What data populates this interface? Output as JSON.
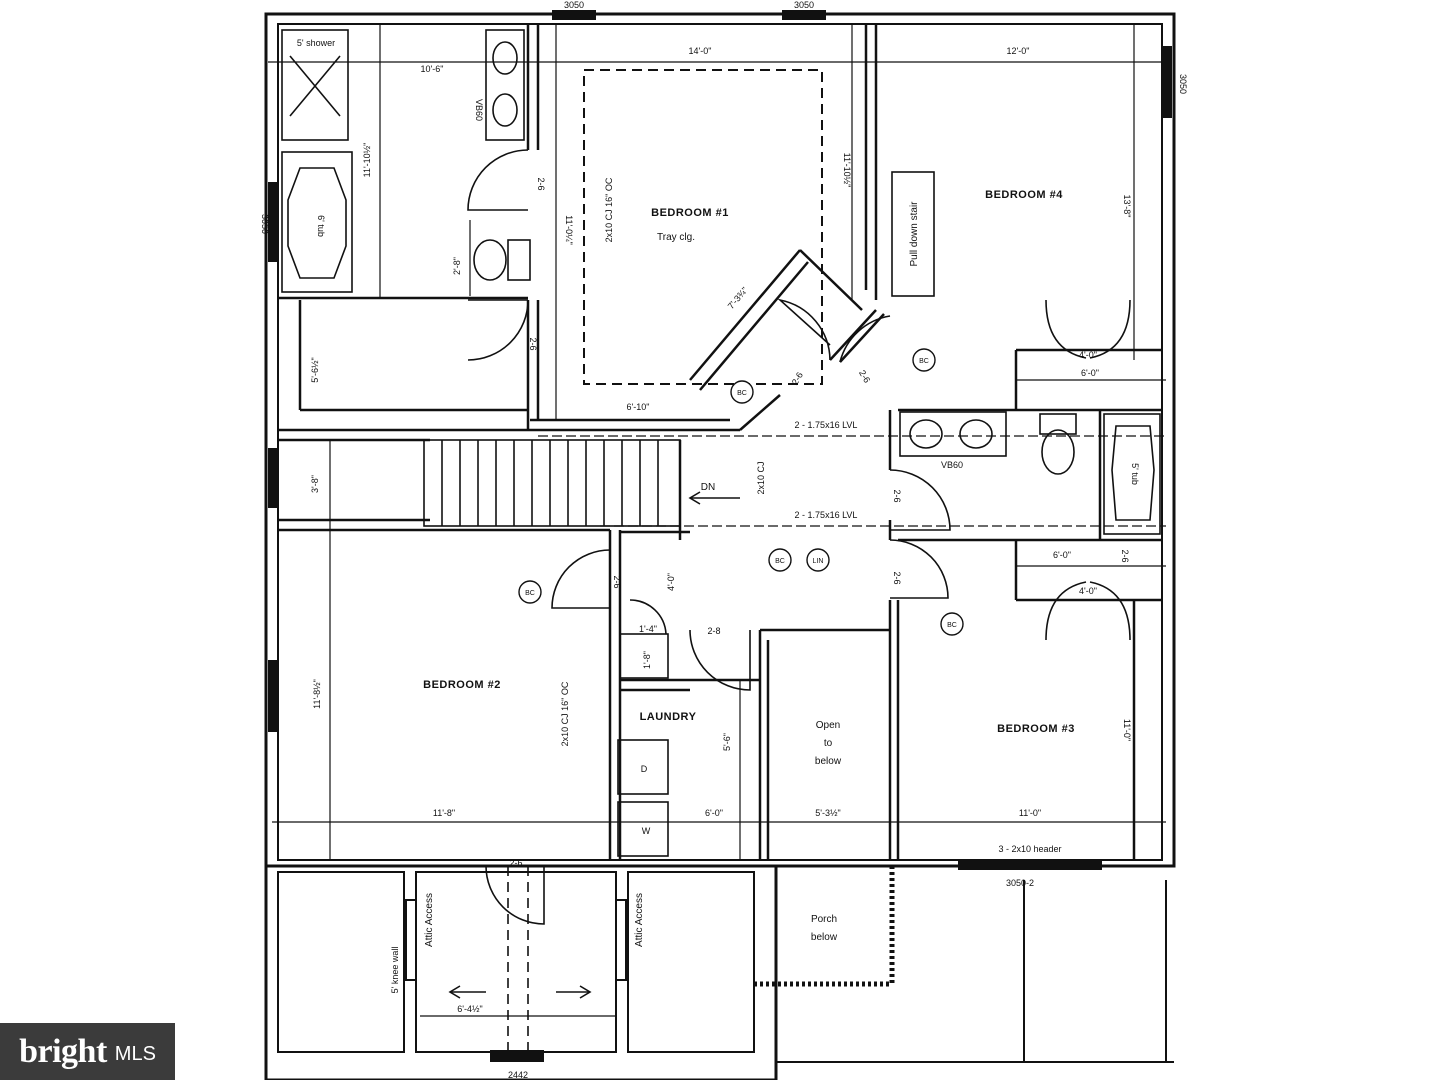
{
  "rooms": {
    "bedroom_1": "BEDROOM #1",
    "tray_ceiling": "Tray clg.",
    "bedroom_2": "BEDROOM #2",
    "bedroom_3": "BEDROOM #3",
    "bedroom_4": "BEDROOM #4",
    "laundry": "LAUNDRY",
    "open_to_below": [
      "Open",
      "to",
      "below"
    ],
    "porch_below": [
      "Porch",
      "below"
    ],
    "pull_down_stair": "Pull down stair",
    "attic_access": "Attic Access",
    "down": "DN"
  },
  "fixtures": {
    "shower": "5' shower",
    "tub_master": "6' tub",
    "tub_hall": "5' tub",
    "vanity": "VB60",
    "dryer": "D",
    "washer": "W",
    "closet_tag": "BC",
    "linen_tag": "LIN"
  },
  "dimensions": {
    "bath_width": "10'-6\"",
    "bath_depth": "11'-10½\"",
    "bed1_width": "14'-0\"",
    "bed1_depth": "11'-10½\"",
    "bed1_closet": "6'-10\"",
    "bed1_left": "11'-0¼\"",
    "bed1_diag": "7'-3¾\"",
    "bed4_width": "12'-0\"",
    "bed4_depth": "13'-8\"",
    "closet_4_0_a": "4'-0\"",
    "closet_6_0_a": "6'-0\"",
    "closet_6_0_b": "6'-0\"",
    "closet_4_0_b": "4'-0\"",
    "stair_w": "3'-8\"",
    "hall_left": "5'-6½\"",
    "wc": "2'-8\"",
    "bed2_depth": "11'-8½\"",
    "bed2_width": "11'-8\"",
    "bed3_width": "11'-0\"",
    "bed3_depth": "11'-0\"",
    "laundry_w": "6'-0\"",
    "laundry_d": "5'-6\"",
    "open_w": "5'-3½\"",
    "hall_4_0": "4'-0\"",
    "lin_1_4": "1'-4\"",
    "lin_1_8": "1'-8\"",
    "attic": "6'-4½\"",
    "knee_wall": "5' knee wall",
    "joist_1": "2x10 CJ 16\" OC",
    "joist_2": "2x10 CJ 16\" OC",
    "joist_3": "2x10 CJ",
    "lvl_1": "2 - 1.75x16 LVL",
    "lvl_2": "2 - 1.75x16 LVL",
    "header": "3 - 2x10 header",
    "door_2_6_a": "2-6",
    "door_2_6_b": "2-6",
    "door_2_6_c": "2-6",
    "door_2_6_d": "2-6",
    "door_2_6_e": "2-6",
    "door_2_6_f": "2-6",
    "door_2_6_g": "2-6",
    "door_2_6_h": "2-6",
    "door_2_6_i": "2-6",
    "door_2_8": "2-8",
    "window_top_1": "3050",
    "window_top_2": "3050",
    "window_right": "3050",
    "window_left": "3050",
    "window_3050_2": "3050-2",
    "window_bottom": "2442"
  },
  "watermark": {
    "brand": "bright",
    "suffix": "MLS"
  }
}
